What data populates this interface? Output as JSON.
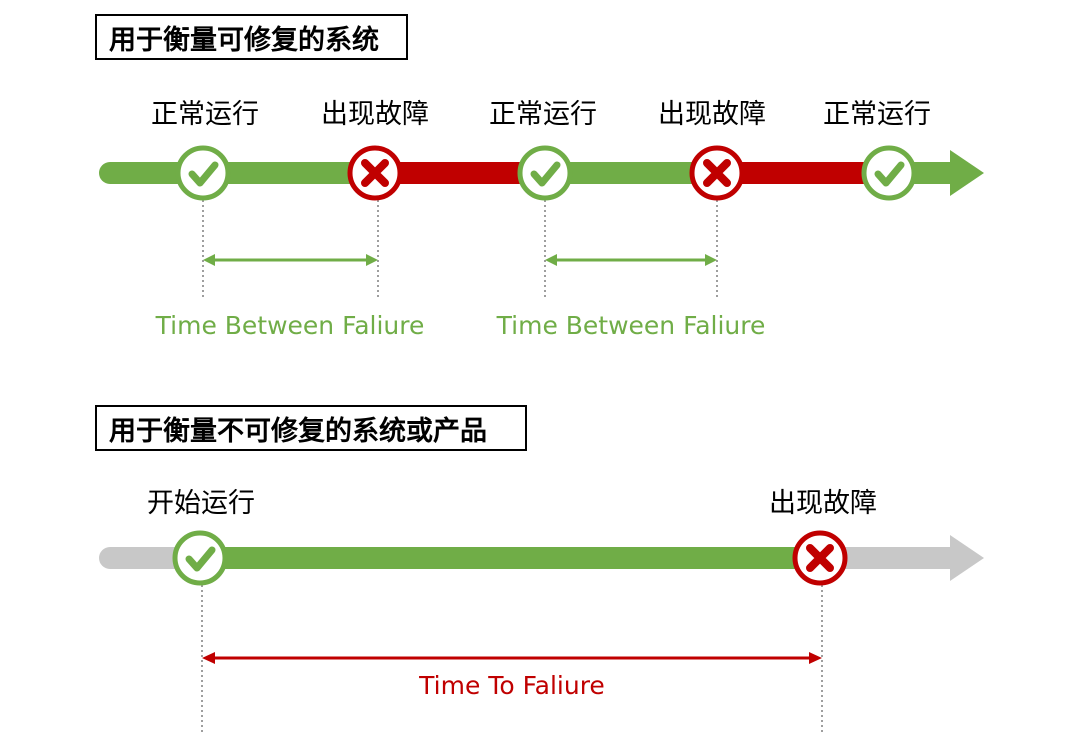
{
  "colors": {
    "green": "#70ad47",
    "red": "#c00000",
    "gray": "#c8c8c8",
    "guide": "#7f7f7f"
  },
  "icons": {
    "ok": "checkmark-circle-icon",
    "fail": "cross-circle-icon"
  },
  "repairable": {
    "title": "用于衡量可修复的系统",
    "states": [
      {
        "label": "正常运行",
        "kind": "ok"
      },
      {
        "label": "出现故障",
        "kind": "fail"
      },
      {
        "label": "正常运行",
        "kind": "ok"
      },
      {
        "label": "出现故障",
        "kind": "fail"
      },
      {
        "label": "正常运行",
        "kind": "ok"
      }
    ],
    "intervals": [
      {
        "label": "Time Between Faliure"
      },
      {
        "label": "Time Between Faliure"
      }
    ]
  },
  "non_repairable": {
    "title": "用于衡量不可修复的系统或产品",
    "states": [
      {
        "label": "开始运行",
        "kind": "ok"
      },
      {
        "label": "出现故障",
        "kind": "fail"
      }
    ],
    "interval": {
      "label": "Time To Faliure"
    }
  }
}
